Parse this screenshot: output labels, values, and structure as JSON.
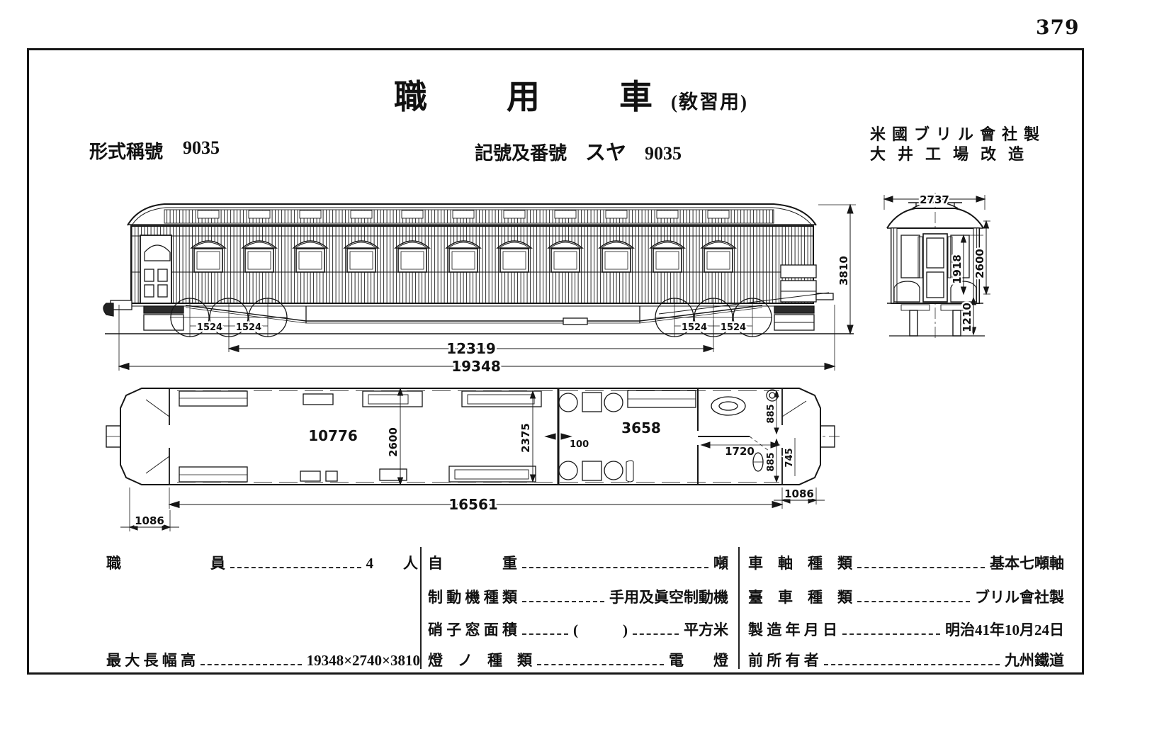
{
  "page_number": "379",
  "header": {
    "title": "職用車",
    "title_note": "(敎習用)",
    "form_label": "形式稱號",
    "form_value": "9035",
    "symbol_label": "記號及番號",
    "symbol_kana": "スヤ",
    "symbol_number": "9035",
    "builder_line1": "米國ブリル會社製",
    "builder_line2": "大井工場改造"
  },
  "side_view": {
    "dims": {
      "overall_height": "3810",
      "axle_spacing_l1": "1524",
      "axle_spacing_l2": "1524",
      "axle_spacing_r1": "1524",
      "axle_spacing_r2": "1524",
      "bogie_centers": "12319",
      "overall_length": "19348"
    }
  },
  "end_view": {
    "dims": {
      "width": "2737",
      "side_height": "1918",
      "roof_height": "2600",
      "floor_height": "1210"
    }
  },
  "plan_view": {
    "dims": {
      "saloon_length": "10776",
      "body_width": "2600",
      "interior_width": "2375",
      "partition": "100",
      "room_length": "3658",
      "toilet_length": "1720",
      "toilet_top_width": "885",
      "toilet_mid_width": "745",
      "toilet_bottom_width": "885",
      "interior_length": "16561",
      "platform_left": "1086",
      "platform_right": "1086"
    }
  },
  "spec_table": {
    "col1": [
      {
        "label": "職　　　　　　員",
        "value": "4　　人"
      },
      {
        "label": "最 大 長 幅 高",
        "value": "19348×2740×3810"
      }
    ],
    "col2": [
      {
        "label": "自　　　　重",
        "value": "噸"
      },
      {
        "label": "制 動 機 種 類",
        "value": "手用及眞空制動機"
      },
      {
        "label": "硝 子 窓 面 積",
        "mid": "(　　　)",
        "value": "平方米"
      },
      {
        "label": "燈　ノ　種　類",
        "value": "電　　燈"
      }
    ],
    "col3": [
      {
        "label": "車　軸　種　類",
        "value": "基本七噸軸"
      },
      {
        "label": "臺　車　種　類",
        "value": "ブリル會社製"
      },
      {
        "label": "製 造 年 月 日",
        "value": "明治41年10月24日"
      },
      {
        "label": "前 所 有 者",
        "value": "九州鐵道"
      }
    ]
  }
}
